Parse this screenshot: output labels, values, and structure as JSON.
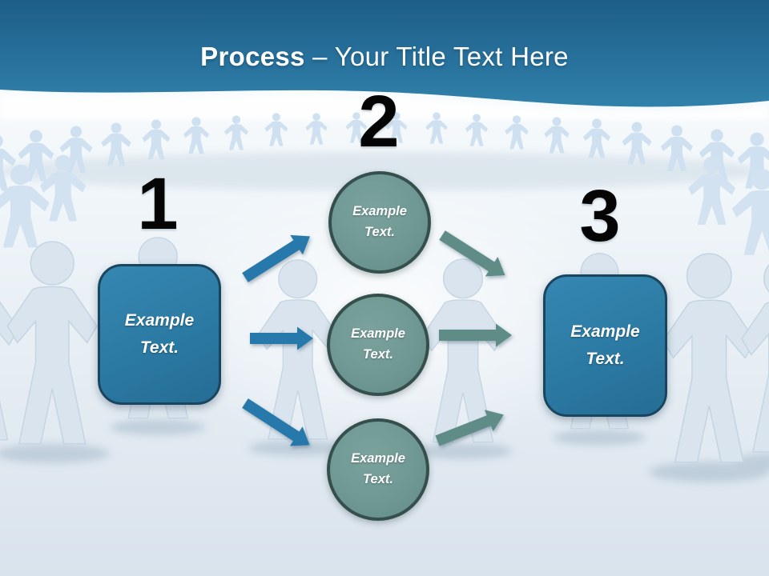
{
  "slide": {
    "title": {
      "emphasis": "Process",
      "rest": "– Your Title Text Here"
    },
    "steps": [
      {
        "number": "1",
        "label": "Example Text."
      },
      {
        "number": "2"
      },
      {
        "number": "3",
        "label": "Example Text."
      }
    ],
    "circles": [
      {
        "label": "Example Text."
      },
      {
        "label": "Example Text."
      },
      {
        "label": "Example Text."
      }
    ],
    "colors": {
      "header_gradient_top": "#1d5e86",
      "header_gradient_bottom": "#3182ab",
      "step_box_fill": "#2b7aa4",
      "step_box_border": "#1a455f",
      "circle_fill": "#6f9894",
      "circle_border": "#35504c",
      "arrow_blue": "#2879aa",
      "arrow_teal": "#5f8c87",
      "number_color": "#050505",
      "title_color": "#ffffff",
      "background_figures": "#cfe0f0"
    }
  }
}
